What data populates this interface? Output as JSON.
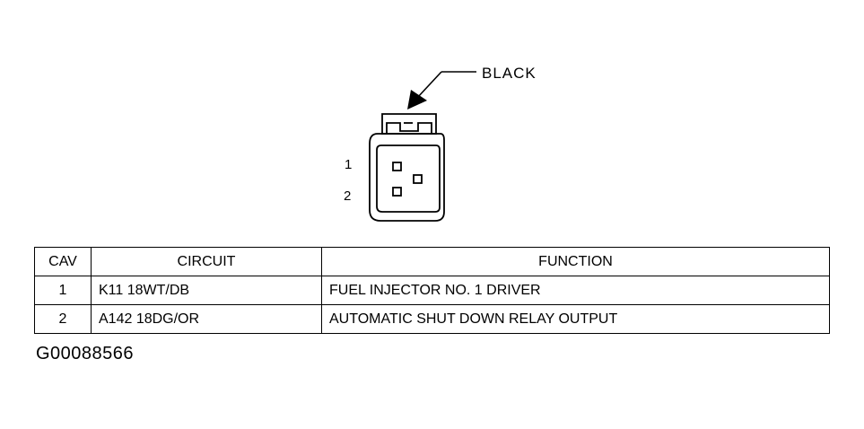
{
  "connector": {
    "color_callout": "BLACK",
    "pin_labels": [
      "1",
      "2"
    ]
  },
  "table": {
    "headers": {
      "cav": "CAV",
      "circuit": "CIRCUIT",
      "function": "FUNCTION"
    },
    "rows": [
      {
        "cav": "1",
        "circuit": "K11 18WT/DB",
        "function": "FUEL INJECTOR NO. 1 DRIVER"
      },
      {
        "cav": "2",
        "circuit": "A142 18DG/OR",
        "function": "AUTOMATIC SHUT DOWN RELAY OUTPUT"
      }
    ]
  },
  "figure_id": "G00088566"
}
